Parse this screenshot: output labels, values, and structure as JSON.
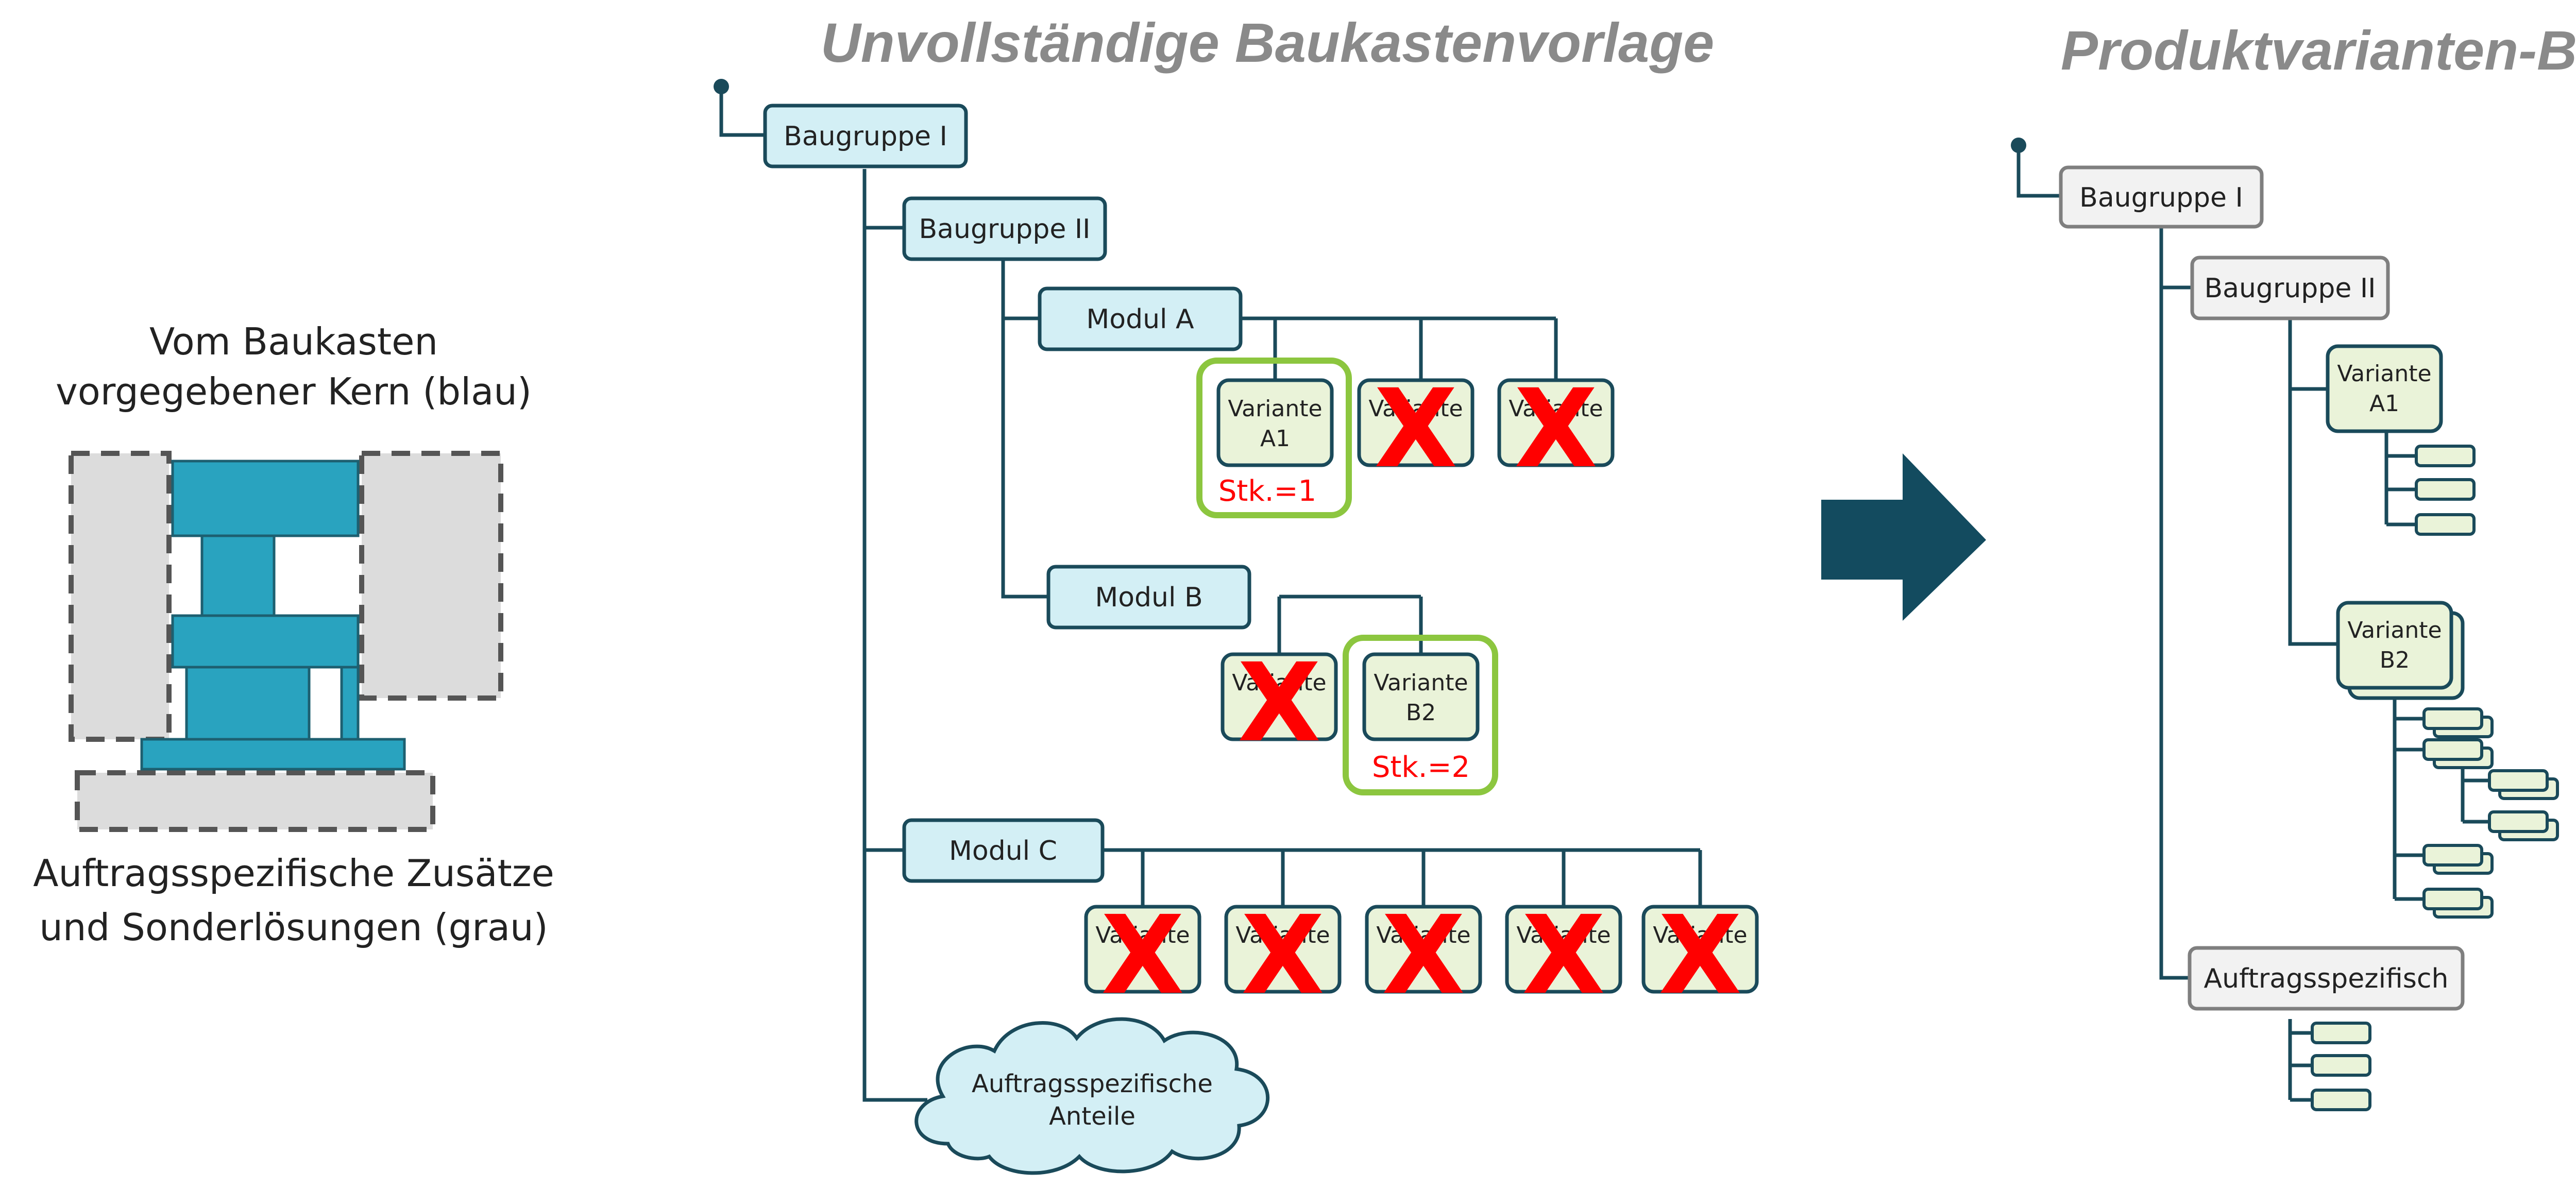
{
  "left_panel": {
    "core_caption_line1": "Vom Baukasten",
    "core_caption_line2": "vorgegebener Kern (blau)",
    "extras_caption_line1": "Auftragsspezifische Zusätze",
    "extras_caption_line2": "und Sonderlösungen (grau)"
  },
  "template_tree": {
    "title": "Unvollständige Baukastenvorlage",
    "baugruppe_1": "Baugruppe I",
    "baugruppe_2": "Baugruppe II",
    "modul_a": "Modul A",
    "modul_b": "Modul B",
    "modul_c": "Modul C",
    "variant_word": "Variante",
    "variant_a1_code": "A1",
    "variant_b2_code": "B2",
    "qty_a1": "Stk.=1",
    "qty_b2": "Stk.=2",
    "cloud_line1": "Auftragsspezifische",
    "cloud_line2": "Anteile",
    "rejected_mark": "X"
  },
  "bom_tree": {
    "title": "Produktvarianten-BOM",
    "baugruppe_1": "Baugruppe I",
    "baugruppe_2": "Baugruppe II",
    "variant_word": "Variante",
    "variant_a1_code": "A1",
    "variant_b2_code": "B2",
    "auftrag_label": "Auftragsspezifisch"
  },
  "colors": {
    "core_blue": "#29a3bf",
    "blue_node_fill": "#d3eff5",
    "variant_fill": "#eaf3d9",
    "grey_node_fill": "#f2f2f2",
    "line_color": "#1a4a5a",
    "selected_outline": "#8cc63f",
    "rejected_red": "#ff0000",
    "title_grey": "#8a8a8a",
    "arrow_color": "#134b5f"
  }
}
